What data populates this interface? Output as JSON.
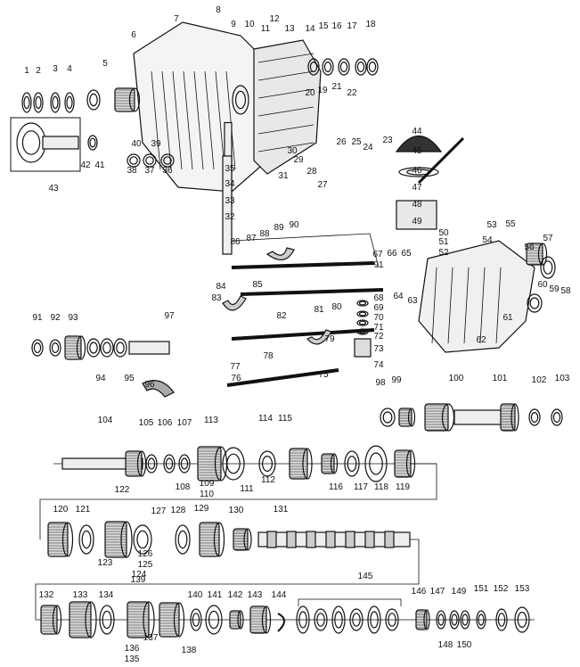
{
  "diagram": {
    "type": "exploded parts diagram",
    "line_color": "#111111",
    "background": "#ffffff",
    "callouts": [
      "1",
      "2",
      "3",
      "4",
      "5",
      "6",
      "7",
      "8",
      "9",
      "10",
      "11",
      "12",
      "13",
      "14",
      "15",
      "16",
      "17",
      "18",
      "19",
      "20",
      "21",
      "22",
      "23",
      "24",
      "25",
      "26",
      "27",
      "28",
      "29",
      "30",
      "31",
      "32",
      "33",
      "34",
      "35",
      "36",
      "37",
      "38",
      "39",
      "40",
      "41",
      "42",
      "43",
      "44",
      "45",
      "46",
      "47",
      "48",
      "49",
      "50",
      "51",
      "52",
      "53",
      "54",
      "55",
      "56",
      "57",
      "58",
      "59",
      "60",
      "61",
      "62",
      "63",
      "64",
      "65",
      "66",
      "67",
      "68",
      "69",
      "70",
      "71",
      "72",
      "73",
      "74",
      "75",
      "76",
      "77",
      "78",
      "79",
      "80",
      "81",
      "82",
      "83",
      "84",
      "85",
      "86",
      "87",
      "88",
      "89",
      "90",
      "91",
      "91",
      "92",
      "93",
      "94",
      "95",
      "96",
      "97",
      "98",
      "99",
      "100",
      "101",
      "102",
      "103",
      "104",
      "105",
      "106",
      "107",
      "108",
      "109",
      "110",
      "111",
      "112",
      "113",
      "114",
      "115",
      "116",
      "117",
      "118",
      "119",
      "120",
      "121",
      "122",
      "123",
      "124",
      "125",
      "126",
      "127",
      "128",
      "129",
      "130",
      "131",
      "132",
      "133",
      "134",
      "135",
      "136",
      "137",
      "138",
      "139",
      "140",
      "141",
      "142",
      "143",
      "144",
      "145",
      "146",
      "147",
      "148",
      "149",
      "150",
      "151",
      "152",
      "153"
    ]
  }
}
